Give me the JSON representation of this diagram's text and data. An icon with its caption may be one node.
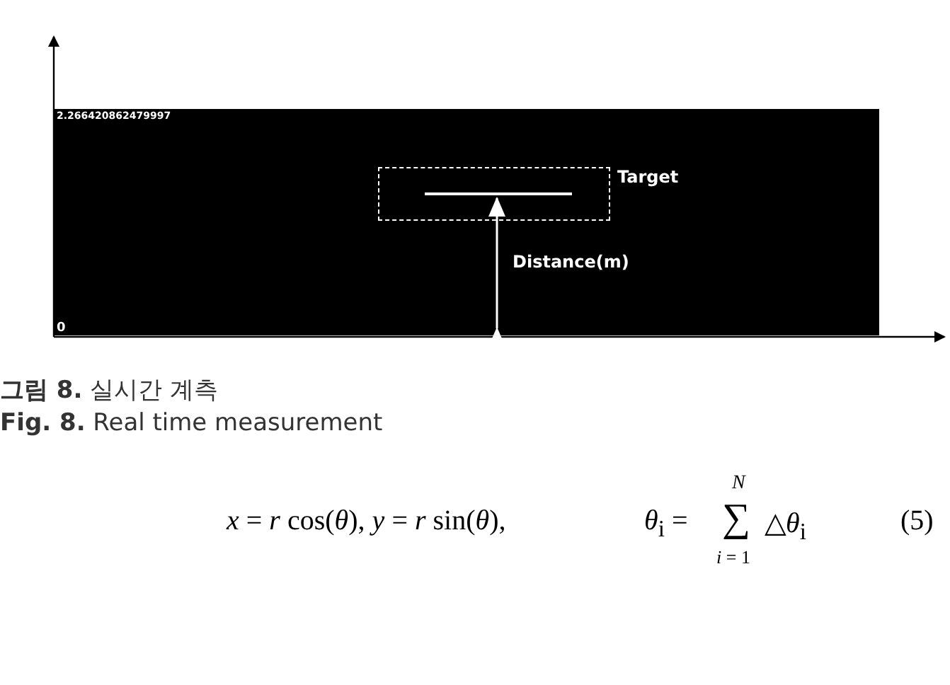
{
  "diagram": {
    "nodes": [
      {
        "text": [
          "Target"
        ]
      }
    ],
    "edges": [],
    "labels": [
      "2.266420862479997",
      "Distance(m)",
      "0",
      "**그림 8.** 실시간 계측",
      "**Fig. 8.** Real time measurement",
      "*x* = *r* cos(*θ*), *y* = *r* sin(*θ*),",
      "*θ*$_{i}$ =",
      "*N*",
      "∑",
      "*i* = 1",
      "△*θ*$_{i}$",
      "(5)"
    ]
  }
}
